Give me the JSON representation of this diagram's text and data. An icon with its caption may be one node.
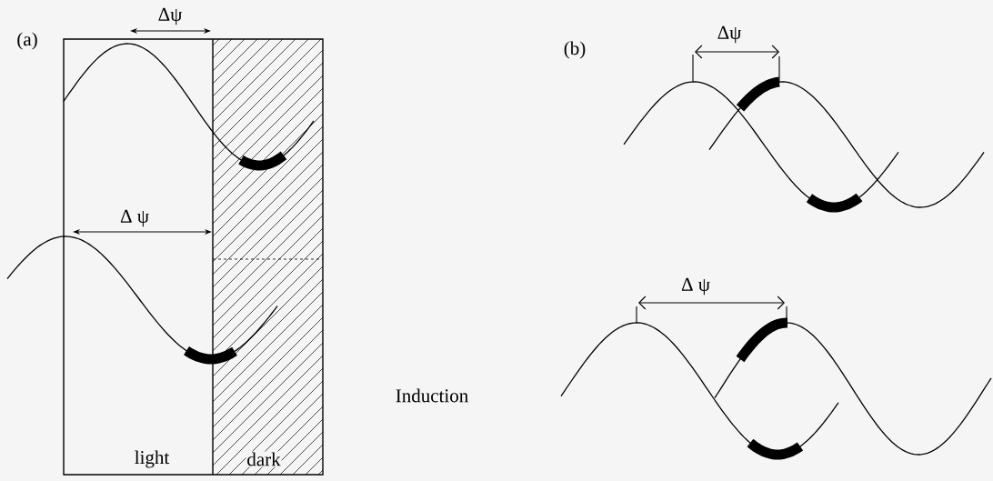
{
  "diagram": {
    "labels": [
      "Δψ",
      "Δψ",
      "(a)",
      "(b)",
      "Δ ψ",
      "Δ ψ",
      "Induction",
      "light",
      "dark"
    ]
  }
}
